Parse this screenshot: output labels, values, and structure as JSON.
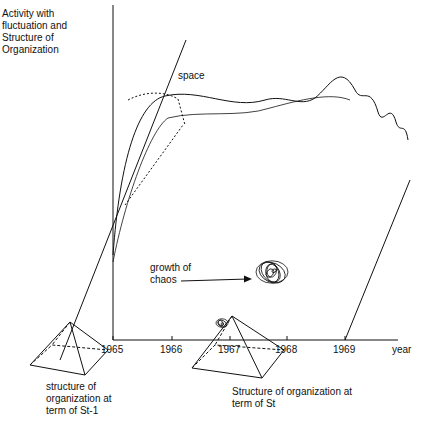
{
  "diagram": {
    "labels": [
      "Activity with fluctuation and Structure of Organization",
      "space",
      "growth of chaos",
      "1965",
      "1966",
      "1967",
      "1968",
      "1969",
      "year",
      "structure of organization at term of St-1",
      "Structure of organization at term of St"
    ]
  }
}
